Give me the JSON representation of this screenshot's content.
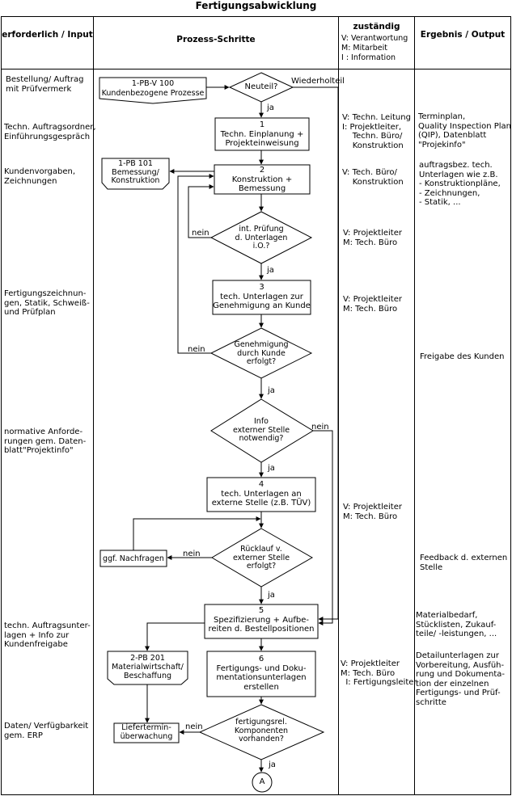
{
  "title": "Fertigungsabwicklung",
  "headers": {
    "input": "erforderlich / Input",
    "process": "Prozess-Schritte",
    "responsible_title": "zuständig",
    "responsible_legend": "V: Verantwortung\nM: Mitarbeit\nI : Information",
    "output": "Ergebnis / Output"
  },
  "inputs": [
    "Bestellung/ Auftrag\nmit Prüfvermerk",
    "Techn. Auftragsordner,\nEinführungsgespräch",
    "Kundenvorgaben,\nZeichnungen",
    "Fertigungszeichnun-\ngen, Statik, Schweiß-\nund Prüfplan",
    "normative Anforde-\nrungen gem. Daten-\nblatt\"Projektinfo\"",
    "techn. Auftragsunter-\nlagen + Info zur\nKundenfreigabe",
    "Daten/ Verfügbarkeit\ngem. ERP"
  ],
  "responsibles": [
    "V: Techn. Leitung\nI: Projektleiter,\n    Techn. Büro/\n    Konstruktion",
    "V: Tech. Büro/\n    Konstruktion",
    "V: Projektleiter\nM: Tech. Büro",
    "V: Projektleiter\nM: Tech. Büro",
    "V: Projektleiter\nM: Tech. Büro",
    "V: Projektleiter\nM: Tech. Büro\n  I: Fertigungsleiter"
  ],
  "outputs": [
    "Terminplan,\nQuality Inspection Plan\n(QIP), Datenblatt\n\"Projekinfo\"",
    "auftragsbez. tech.\nUnterlagen wie z.B.\n- Konstruktionpläne,\n- Zeichnungen,\n- Statik, ...",
    "Freigabe des Kunden",
    "Feedback d. externen\nStelle",
    "Materialbedarf,\nStücklisten, Zukauf-\nteile/ -leistungen, ...",
    "Detailunterlagen zur\nVorbereitung, Ausfüh-\nrung und Dokumenta-\ntion der einzelnen\nFertigungs- und Prüf-\nschritte"
  ],
  "flow": {
    "ref_start": "1-PB-V 100\nKundenbezogene Prozesse",
    "decision_neuteil": "Neuteil?",
    "label_wiederholteil": "Wiederholteil",
    "step1": "1\nTechn. Einplanung +\nProjekteinweisung",
    "ref_101": "1-PB 101\nBemessung/\nKonstruktion",
    "step2": "2\nKonstruktion +\nBemessung",
    "decision_pruefung": "int. Prüfung\nd. Unterlagen\ni.O.?",
    "step3": "3\ntech. Unterlagen zur\nGenehmigung an Kunde",
    "decision_genehmigung": "Genehmigung\ndurch Kunde\nerfolgt?",
    "decision_info": "Info\nexterner Stelle\nnotwendig?",
    "step4": "4\ntech. Unterlagen an\nexterne Stelle (z.B. TÜV)",
    "box_nachfragen": "ggf. Nachfragen",
    "decision_ruecklauf": "Rücklauf v.\nexterner Stelle\nerfolgt?",
    "step5": "5\nSpezifizierung + Aufbe-\nreiten d. Bestellpositionen",
    "ref_201": "2-PB 201\nMaterialwirtschaft/\nBeschaffung",
    "step6": "6\nFertigungs- und Doku-\nmentationsunterlagen\nerstellen",
    "box_liefertermin": "Liefertermin-\nüberwachung",
    "decision_komponenten": "fertigungsrel.\nKomponenten\nvorhanden?",
    "connector": "A",
    "ja": "ja",
    "nein": "nein"
  }
}
